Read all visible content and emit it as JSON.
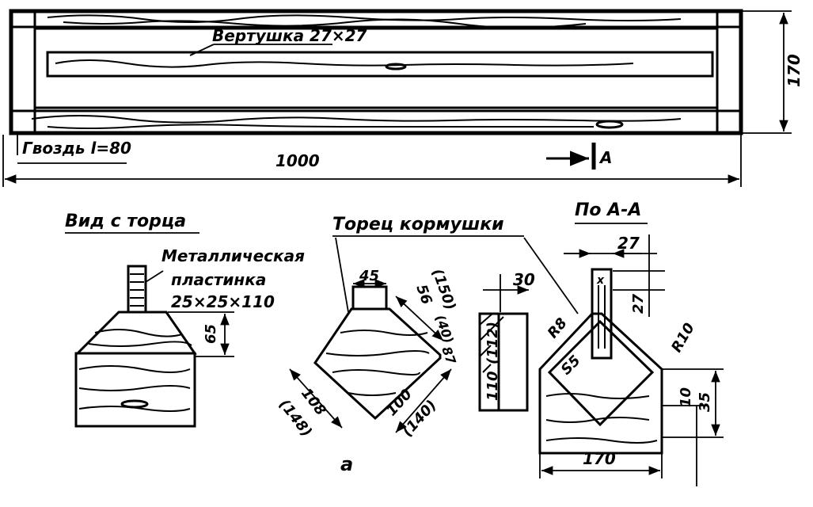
{
  "top_view": {
    "spinner_label": "Вертушка 27×27",
    "nail_label": "Гвоздь l=80",
    "length_dim": "1000",
    "height_dim": "170",
    "section_marker": "A"
  },
  "end_view": {
    "title": "Вид с торца",
    "plate_label_line1": "Металлическая",
    "plate_label_line2": "пластинка",
    "plate_label_line3": "25×25×110",
    "dim_65": "65"
  },
  "feeder_end": {
    "title": "Торец кормушки",
    "dim_45": "45",
    "dim_150": "(150)",
    "dim_56": "56",
    "dim_40": "(40)",
    "dim_87": "87",
    "dim_108": "108",
    "dim_148": "(148)",
    "dim_100": "100",
    "dim_140": "(140)",
    "dim_30": "30",
    "dim_110": "110",
    "dim_112": "(112)"
  },
  "section_aa": {
    "title": "По А-А",
    "dim_27_top": "27",
    "dim_27_side": "27",
    "dim_r8": "R8",
    "dim_r10": "R10",
    "dim_s5": "S5",
    "dim_10": "10",
    "dim_35": "35",
    "dim_170": "170"
  },
  "figure_letter": "а"
}
